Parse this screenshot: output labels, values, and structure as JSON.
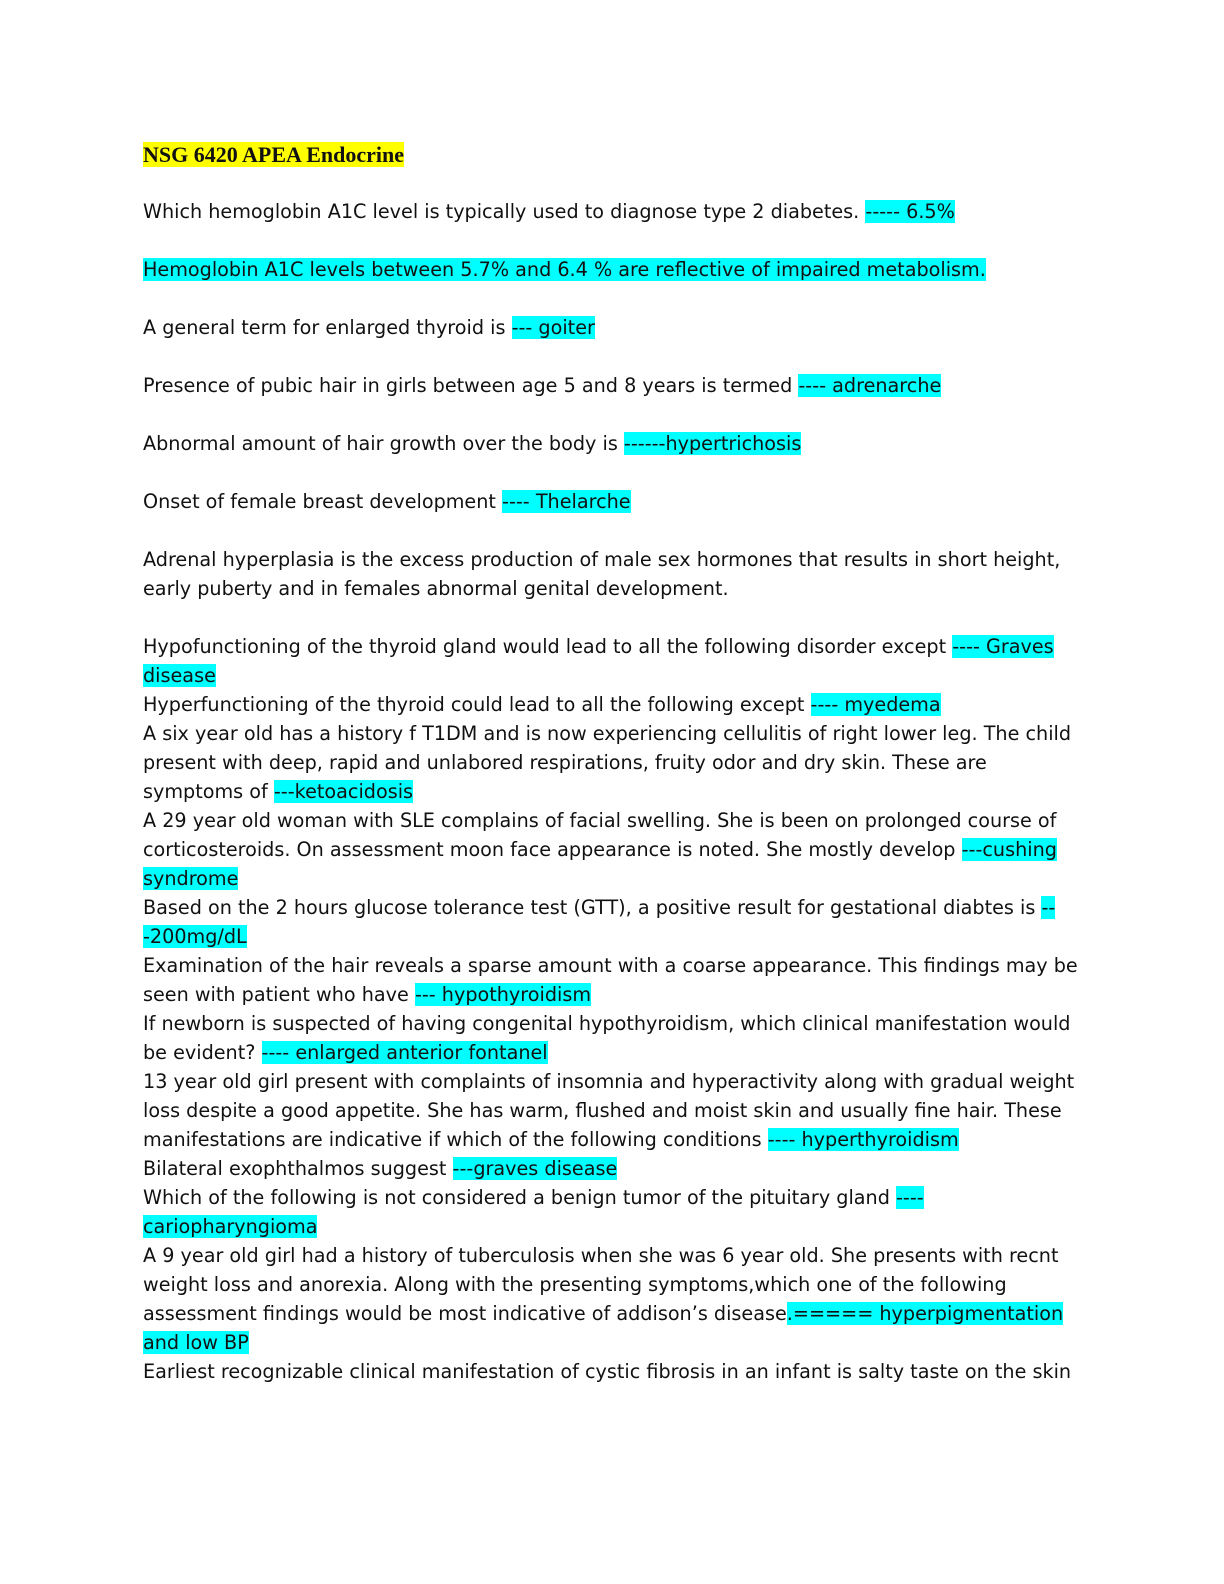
{
  "document": {
    "title": "NSG 6420 APEA Endocrine",
    "highlight_colors": {
      "title": "#ffff00",
      "answer": "#00ffff"
    },
    "items": [
      {
        "text": "Which hemoglobin A1C level is typically used to diagnose type 2 diabetes. ",
        "answer": "----- 6.5%"
      },
      {
        "text": "",
        "answer": "Hemoglobin A1C levels between 5.7% and 6.4 % are reflective of impaired metabolism."
      },
      {
        "text": "A general term for enlarged thyroid is ",
        "answer": "--- goiter"
      },
      {
        "text": "Presence of pubic hair in girls between age 5 and 8 years is termed ",
        "answer": "---- adrenarche"
      },
      {
        "text": "Abnormal amount of hair growth over the body is  ",
        "answer": "------hypertrichosis"
      },
      {
        "text": "Onset of female breast development ",
        "answer": "---- Thelarche"
      },
      {
        "text": "Adrenal hyperplasia is the excess production of male sex hormones that results in short height, early puberty and in females abnormal genital development.",
        "answer": ""
      },
      {
        "text": "Hypofunctioning of the thyroid gland would lead to all the following disorder except ",
        "answer": "---- Graves disease"
      },
      {
        "text": "Hyperfunctioning of the thyroid could lead to all the following except ",
        "answer": "---- myedema"
      },
      {
        "text": "A six year old has a history f T1DM and is now experiencing cellulitis of right lower leg. The child present with deep, rapid and unlabored respirations, fruity odor and dry skin. These are symptoms of ",
        "answer": "---ketoacidosis"
      },
      {
        "text": "A 29 year old woman with SLE complains of facial swelling. She is been on prolonged course of corticosteroids. On assessment moon face appearance is noted. She mostly develop ",
        "answer": "---cushing syndrome"
      },
      {
        "text": "Based on the 2 hours glucose tolerance test (GTT), a positive result for gestational diabtes is ",
        "answer": "---200mg/dL"
      },
      {
        "text": "Examination of the hair reveals a sparse amount with a coarse appearance. This findings may be seen with patient who have ",
        "answer": "--- hypothyroidism"
      },
      {
        "text": "If newborn is suspected of having congenital hypothyroidism, which clinical manifestation would be evident? ",
        "answer": "---- enlarged anterior fontanel"
      },
      {
        "text": "13 year old girl present with complaints of insomnia and hyperactivity along with gradual weight loss despite a good appetite. She has warm, flushed and moist skin and usually fine hair. These manifestations are indicative if which of the following conditions ",
        "answer": "---- hyperthyroidism"
      },
      {
        "text": "Bilateral exophthalmos suggest ",
        "answer": "---graves disease"
      },
      {
        "text": "Which of the following is not considered a benign tumor of the pituitary gland ",
        "answer": "----cariopharyngioma"
      },
      {
        "text": "A 9 year old girl had a history of tuberculosis when she was 6 year old. She presents with recnt weight loss and anorexia. Along with the presenting symptoms,which one of the following assessment findings would be most indicative of addison’s disease",
        "answer": ".===== hyperpigmentation and low BP"
      },
      {
        "text": "Earliest recognizable clinical manifestation of cystic fibrosis in an infant is salty taste on the skin",
        "answer": ""
      }
    ]
  }
}
